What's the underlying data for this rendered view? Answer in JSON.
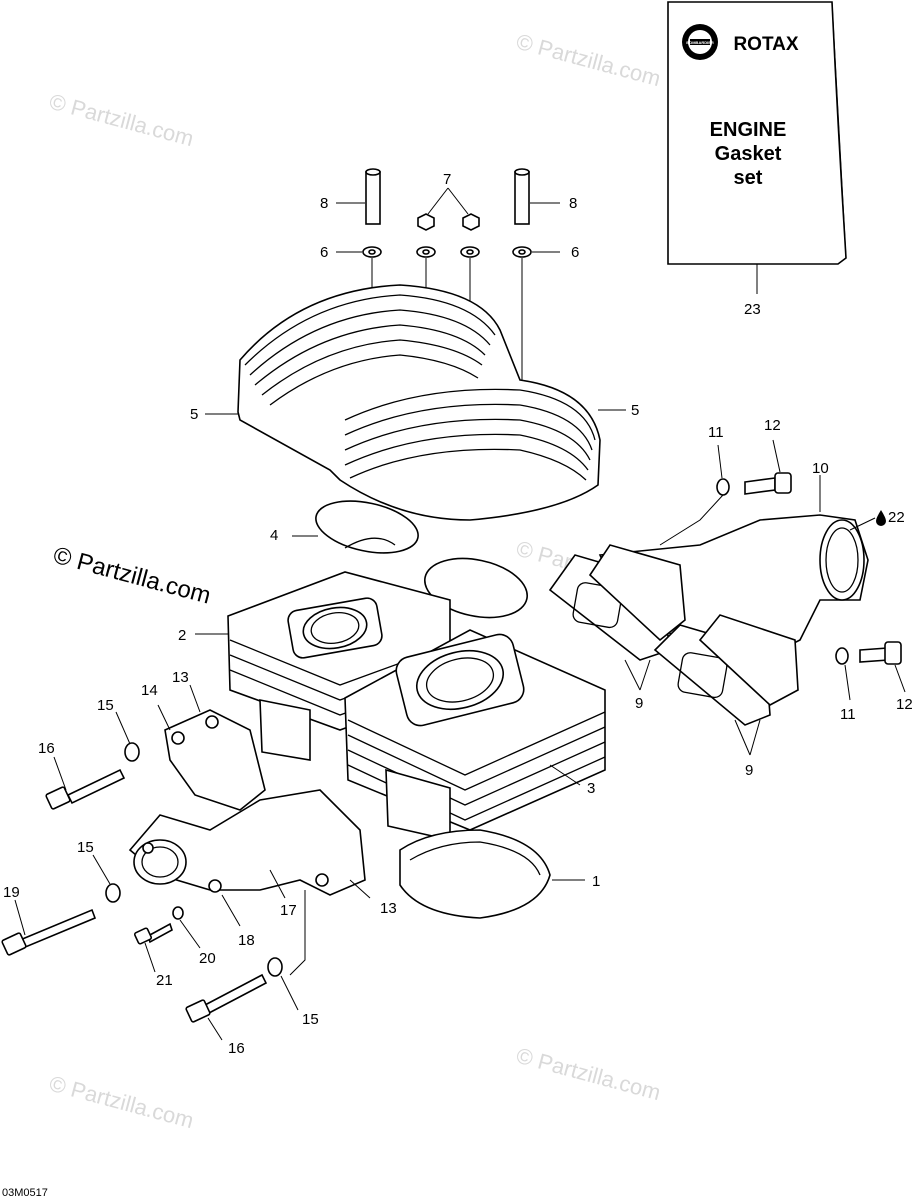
{
  "watermarks": {
    "small": "© Partzilla.com",
    "large": "© Partzilla.com"
  },
  "kit_box": {
    "brand_badge": "BOMBARDIER",
    "brand": "ROTAX",
    "line1": "ENGINE",
    "line2": "Gasket",
    "line3": "set"
  },
  "drawing_code": "03M0517",
  "callouts": {
    "c1": "1",
    "c2": "2",
    "c3": "3",
    "c4": "4",
    "c5a": "5",
    "c5b": "5",
    "c6a": "6",
    "c6b": "6",
    "c7": "7",
    "c8a": "8",
    "c8b": "8",
    "c9a": "9",
    "c9b": "9",
    "c10": "10",
    "c11a": "11",
    "c11b": "11",
    "c12a": "12",
    "c12b": "12",
    "c13a": "13",
    "c13b": "13",
    "c14": "14",
    "c15a": "15",
    "c15b": "15",
    "c15c": "15",
    "c16a": "16",
    "c16b": "16",
    "c17": "17",
    "c18": "18",
    "c19": "19",
    "c20": "20",
    "c21": "21",
    "c22": "22",
    "c23": "23"
  },
  "icons": {
    "sealant": "oil-drop-icon",
    "brand_logo": "bombardier-gear-icon"
  }
}
